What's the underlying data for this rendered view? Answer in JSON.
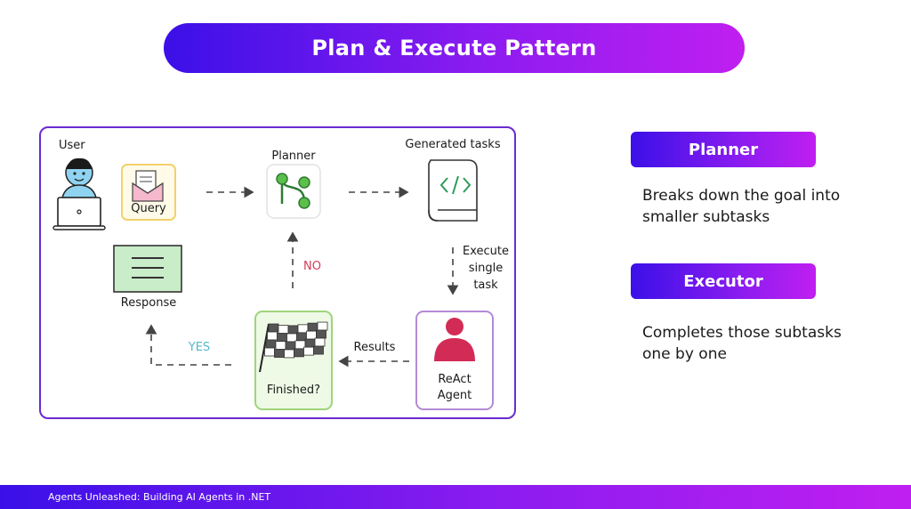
{
  "slide": {
    "title": "Plan & Execute Pattern",
    "footer": "Agents Unleashed: Building AI Agents in .NET"
  },
  "diagram": {
    "user_label": "User",
    "query_label": "Query",
    "planner_label": "Planner",
    "generated_tasks_label": "Generated tasks",
    "execute_label_1": "Execute",
    "execute_label_2": "single",
    "execute_label_3": "task",
    "react_label_1": "ReAct",
    "react_label_2": "Agent",
    "results_label": "Results",
    "finished_label": "Finished?",
    "no_label": "NO",
    "yes_label": "YES",
    "response_label": "Response"
  },
  "side": {
    "planner_title": "Planner",
    "planner_desc": "Breaks down the goal into smaller subtasks",
    "executor_title": "Executor",
    "executor_desc": "Completes those subtasks one by one"
  },
  "colors": {
    "accent_start": "#3b10e8",
    "accent_end": "#c01ff0",
    "planner_green": "#5bbf4a",
    "react_red": "#d22b56",
    "no_red": "#d23c55",
    "yes_teal": "#56b8c9"
  }
}
